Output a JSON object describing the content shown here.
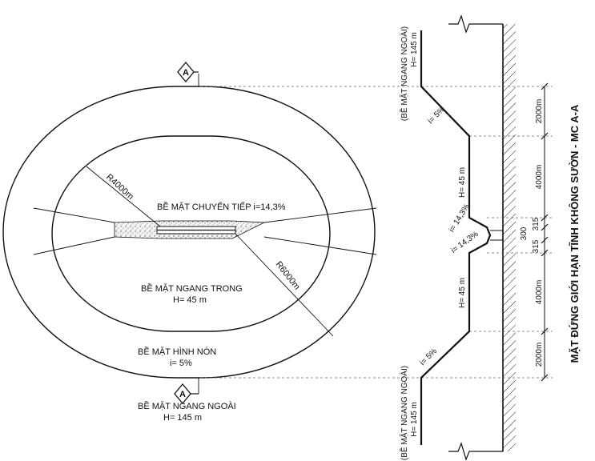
{
  "plan": {
    "section_marker_letter": "A",
    "radius_inner": "R4000m",
    "radius_outer": "R6000m",
    "transition_surface": "BỀ MẶT CHUYỂN TIẾP i=14,3%",
    "inner_horizontal_title": "BỀ MẶT NGANG TRONG",
    "inner_horizontal_height": "H= 45 m",
    "conical_title": "BỀ MẶT HÌNH NÓN",
    "conical_slope": "i= 5%",
    "outer_horizontal_title": "BỀ MẶT NGANG NGOÀI",
    "outer_horizontal_height": "H= 145 m"
  },
  "section": {
    "title": "MẶT ĐỨNG GIỚI HẠN TĨNH KHÔNG SƯỜN - MC A-A",
    "outer_top_title": "(BỀ MẶT NGANG NGOÀI)",
    "outer_top_height": "H= 145 m",
    "outer_bottom_title": "(BỀ MẶT NGANG NGOÀI)",
    "outer_bottom_height": "H= 145 m",
    "slope_top": "i= 5%",
    "slope_bottom": "i= 5%",
    "inner_top_height": "H= 45 m",
    "inner_bottom_height": "H= 45 m",
    "transition_top": "i= 14,3%",
    "transition_bottom": "i= 14,3%",
    "dim_2000_top": "2000m",
    "dim_4000_top": "4000m",
    "dim_315_top": "315",
    "dim_300": "300",
    "dim_315_bottom": "315",
    "dim_4000_bottom": "4000m",
    "dim_2000_bottom": "2000m"
  }
}
